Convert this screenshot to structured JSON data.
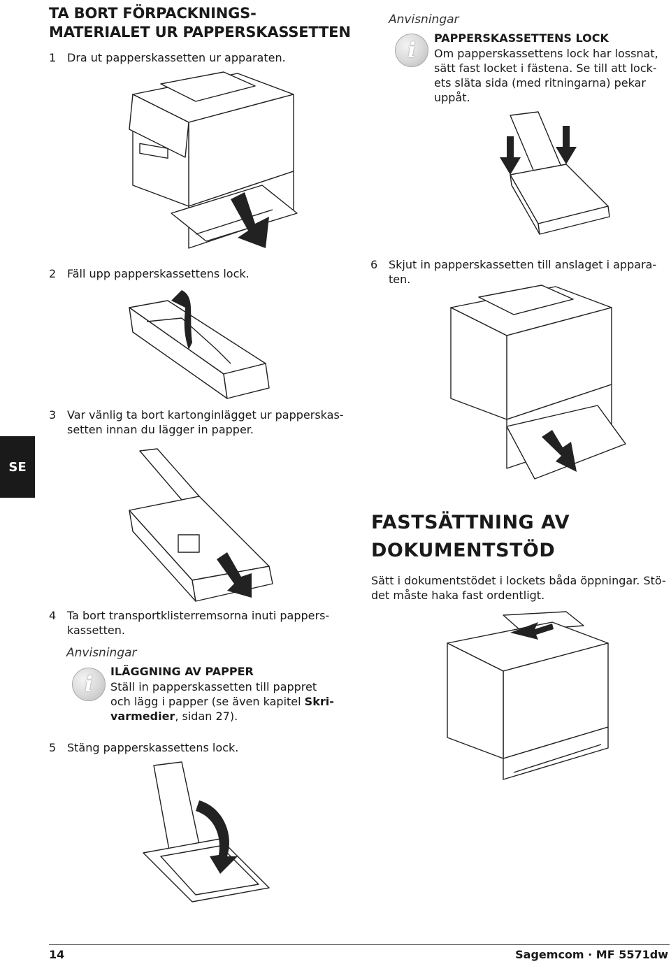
{
  "left": {
    "heading_line1": "TA BORT FÖRPACKNINGS-",
    "heading_line2": "MATERIALET UR PAPPERSKASSETTEN",
    "step1_num": "1",
    "step1_text": "Dra ut papperskassetten ur apparaten.",
    "step2_num": "2",
    "step2_text": "Fäll upp papperskassettens lock.",
    "step3_num": "3",
    "step3_line1": "Var vänlig ta bort kartonginlägget ur papperskas-",
    "step3_line2": "setten innan du lägger in papper.",
    "step4_num": "4",
    "step4_line1": "Ta bort transportklisterremsorna inuti pappers-",
    "step4_line2": "kassetten.",
    "note_label": "Anvisningar",
    "note_title": "ILÄGGNING AV PAPPER",
    "note_line1": "Ställ in papperskassetten till pappret",
    "note_line2_a": "och lägg i papper (se även kapitel ",
    "note_line2_b": "Skri-",
    "note_line3_a": "varmedier",
    "note_line3_b": ", sidan 27).",
    "step5_num": "5",
    "step5_text": "Stäng papperskassettens lock."
  },
  "right": {
    "note_label": "Anvisningar",
    "note_title": "PAPPERSKASSETTENS LOCK",
    "note_line1": "Om papperskassettens lock har lossnat,",
    "note_line2": "sätt fast locket i fästena. Se till att lock-",
    "note_line3": "ets släta sida (med ritningarna) pekar",
    "note_line4": "uppåt.",
    "step6_num": "6",
    "step6_line1": "Skjut in papperskassetten till anslaget i appara-",
    "step6_line2": "ten.",
    "heading_line1": "FASTSÄTTNING AV",
    "heading_line2": "DOKUMENTSTÖD",
    "doc_line1": "Sätt i dokumentstödet i lockets båda öppningar. Stö-",
    "doc_line2": "det måste haka fast ordentligt."
  },
  "side_tab": "SE",
  "icon_glyph": "i",
  "footer": {
    "page_number": "14",
    "product": "Sagemcom · MF 5571dw"
  }
}
